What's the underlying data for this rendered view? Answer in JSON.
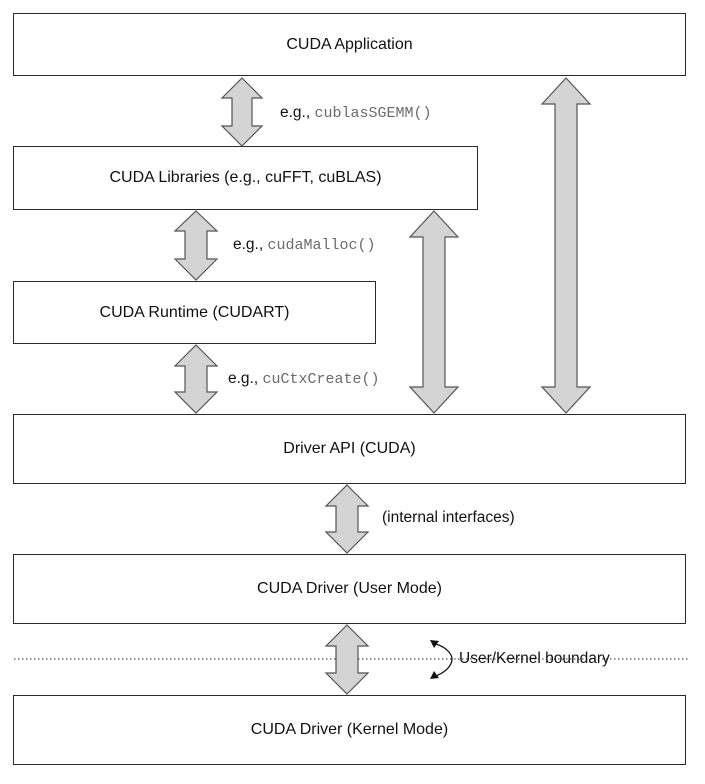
{
  "layers": {
    "application": "CUDA Application",
    "libraries": "CUDA Libraries (e.g., cuFFT, cuBLAS)",
    "runtime": "CUDA Runtime (CUDART)",
    "driver_api": "Driver API (CUDA)",
    "driver_user": "CUDA Driver (User Mode)",
    "driver_kernel": "CUDA Driver (Kernel Mode)"
  },
  "interfaces": {
    "app_to_libs": {
      "prefix": "e.g.,",
      "call": "cublasSGEMM()"
    },
    "libs_to_runtime": {
      "prefix": "e.g.,",
      "call": "cudaMalloc()"
    },
    "runtime_to_driver": {
      "prefix": "e.g.,",
      "call": "cuCtxCreate()"
    },
    "driver_internal": "(internal interfaces)",
    "boundary": "User/Kernel boundary"
  },
  "colors": {
    "arrow_fill": "#d4d4d4",
    "stroke": "#555555",
    "box_border": "#2a2a2a"
  }
}
